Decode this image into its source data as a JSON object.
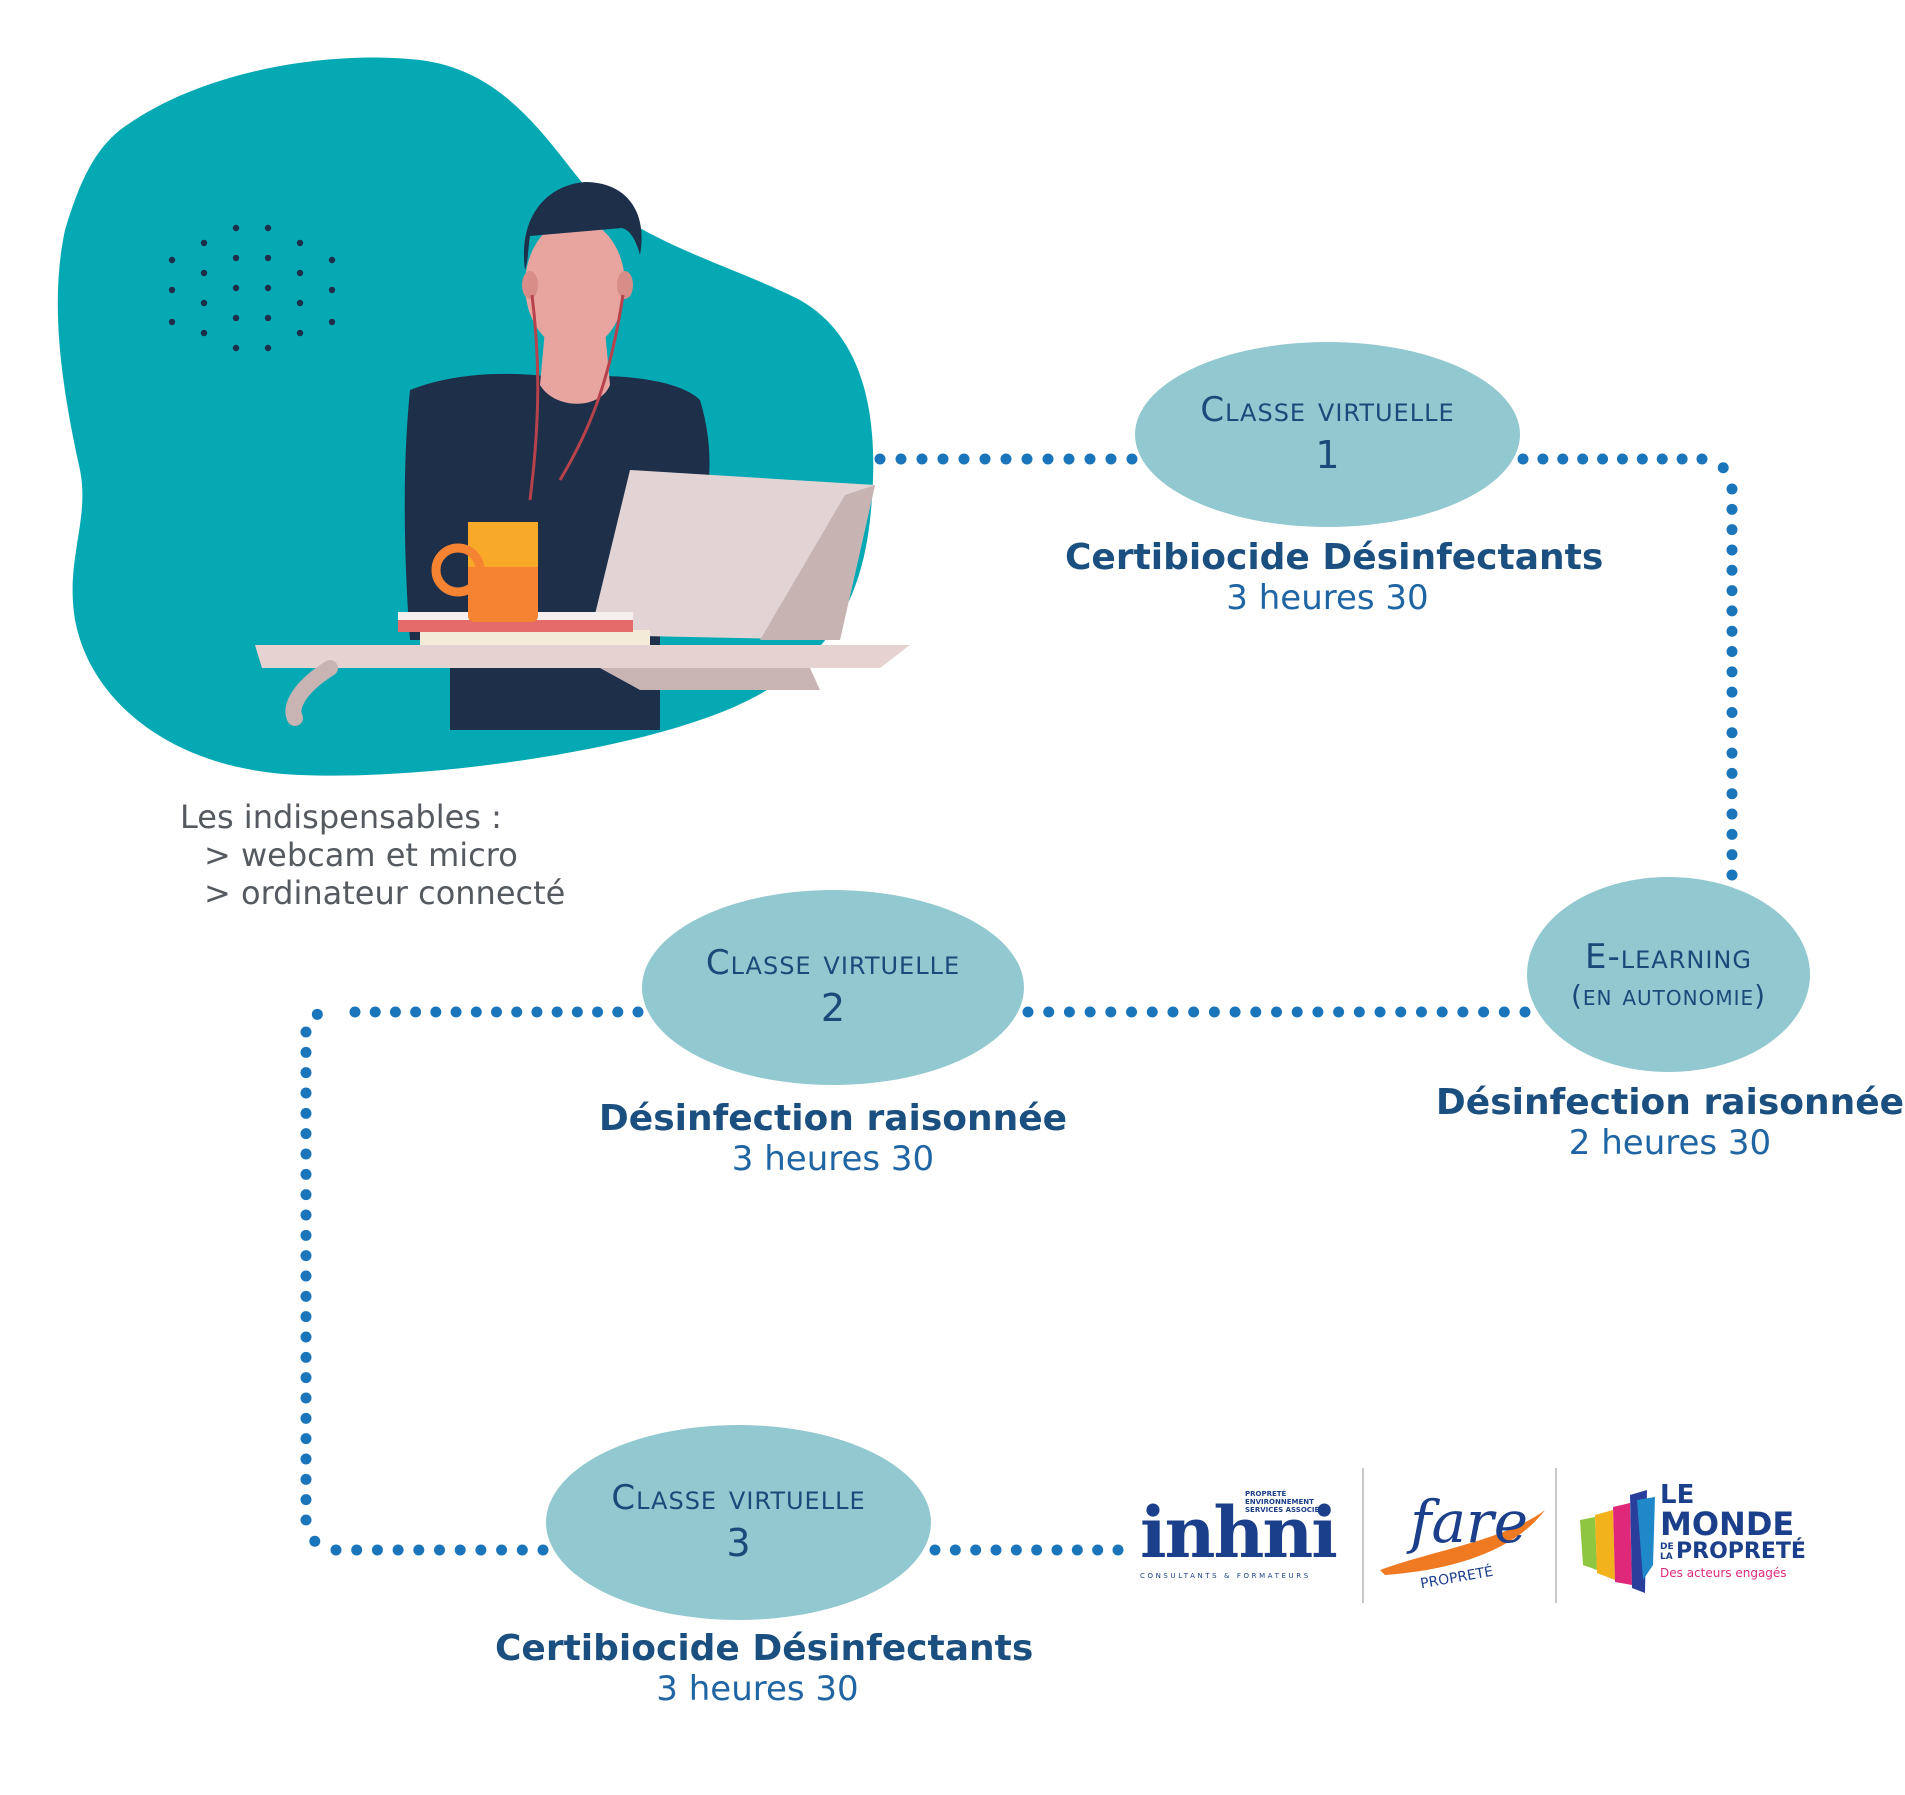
{
  "nodes": [
    {
      "title": "Classe virtuelle",
      "number": "1",
      "caption_title": "Certibiocide Désinfectants",
      "caption_duration": "3 heures 30"
    },
    {
      "title": "E-learning",
      "subtitle": "(en autonomie)",
      "caption_title": "Désinfection raisonnée",
      "caption_duration": "2 heures 30"
    },
    {
      "title": "Classe virtuelle",
      "number": "2",
      "caption_title": "Désinfection raisonnée",
      "caption_duration": "3 heures 30"
    },
    {
      "title": "Classe virtuelle",
      "number": "3",
      "caption_title": "Certibiocide Désinfectants",
      "caption_duration": "3 heures 30"
    }
  ],
  "requirements": {
    "heading": "Les indispensables :",
    "items": [
      "> webcam et micro",
      "> ordinateur connecté"
    ]
  },
  "logos": {
    "inhni": {
      "name": "inhni",
      "tagline": "PROPRETÉ ENVIRONNEMENT SERVICES ASSOCIÉS",
      "sub": "CONSULTANTS & FORMATEURS"
    },
    "fare": {
      "name": "fare",
      "sub": "PROPRETÉ"
    },
    "monde": {
      "line1": "LE",
      "line2": "MONDE",
      "line3a": "DE",
      "line3b": "LA",
      "line3c": "PROPRETÉ",
      "tagline": "Des acteurs engagés"
    }
  },
  "colors": {
    "node_fill": "#92c8cf",
    "dots": "#1b75bb",
    "blob": "#05a9b4",
    "text_dark": "#1a4f80"
  }
}
